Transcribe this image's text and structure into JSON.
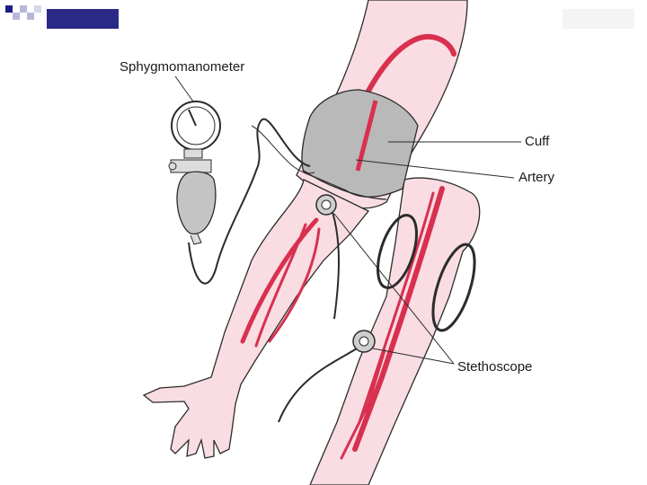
{
  "labels": {
    "sphygmomanometer": "Sphygmomanometer",
    "cuff": "Cuff",
    "artery": "Artery",
    "stethoscope": "Stethoscope"
  },
  "colors": {
    "skin": "#f9dde3",
    "skin_outline": "#2b2b2b",
    "artery": "#d9304f",
    "cuff": "#b9b9b9",
    "cuff_dark": "#8e8e8e",
    "deco_navy": "#1d1d80",
    "deco_square": "#b7b7d9"
  }
}
